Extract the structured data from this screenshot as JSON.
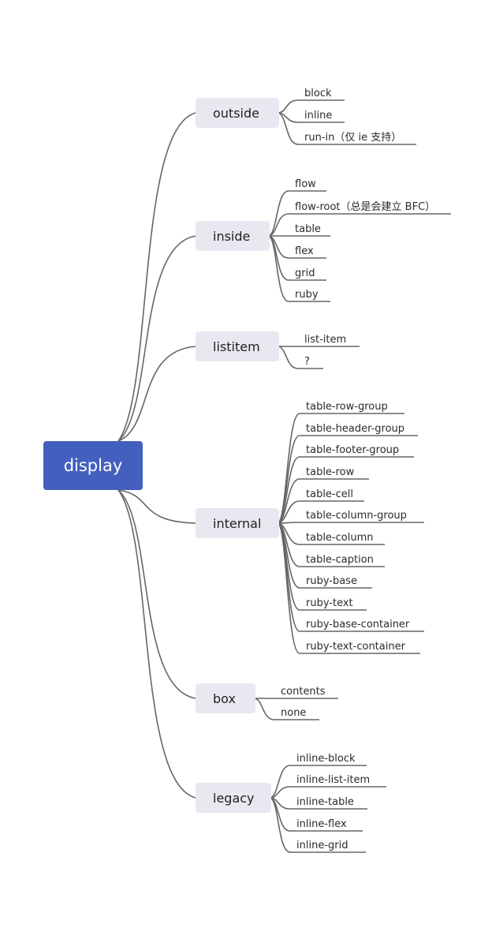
{
  "mindmap": {
    "root": "display",
    "branches": [
      {
        "id": "outside",
        "label": "outside",
        "leaves": [
          "block",
          "inline",
          "run-in（仅 ie 支持）"
        ]
      },
      {
        "id": "inside",
        "label": "inside",
        "leaves": [
          "flow",
          "flow-root（总是会建立 BFC）",
          "table",
          "flex",
          "grid",
          "ruby"
        ]
      },
      {
        "id": "listitem",
        "label": "listitem",
        "leaves": [
          "list-item",
          "?"
        ]
      },
      {
        "id": "internal",
        "label": "internal",
        "leaves": [
          "table-row-group",
          "table-header-group",
          "table-footer-group",
          "table-row",
          "table-cell",
          "table-column-group",
          "table-column",
          "table-caption",
          "ruby-base",
          "ruby-text",
          "ruby-base-container",
          "ruby-text-container"
        ]
      },
      {
        "id": "box",
        "label": "box",
        "leaves": [
          "contents",
          "none"
        ]
      },
      {
        "id": "legacy",
        "label": "legacy",
        "leaves": [
          "inline-block",
          "inline-list-item",
          "inline-table",
          "inline-flex",
          "inline-grid"
        ]
      }
    ]
  }
}
